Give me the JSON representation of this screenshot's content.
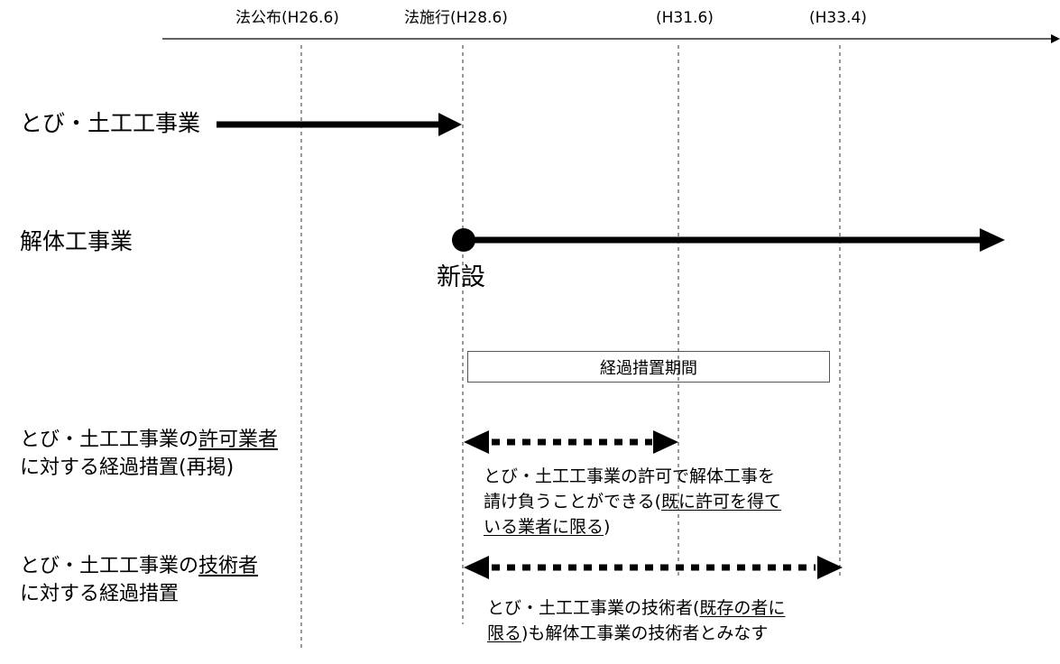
{
  "timeline": {
    "ticks": [
      {
        "label": "法公布(H26.6)"
      },
      {
        "label": "法施行(H28.6)"
      },
      {
        "label": "(H31.6)"
      },
      {
        "label": "(H33.4)"
      }
    ]
  },
  "rows": {
    "tobi_label": "とび・土工工事業",
    "kaitai_label": "解体工事業",
    "shinsetsu_label": "新設",
    "transition_period_label": "経過措置期間",
    "permit_row": {
      "label_part1": "とび・土工工事業の",
      "label_part2_underlined": "許可業者",
      "label_line2": "に対する経過措置(再掲)",
      "note_line1": "とび・土工工事業の許可で解体工事を",
      "note_line2_plain": "請け負うことができる(",
      "note_line2_underlined": "既に許可を得て",
      "note_line3_underlined": "いる業者に限る",
      "note_line3_tail": ")"
    },
    "engineer_row": {
      "label_part1": "とび・土工工事業の",
      "label_part2_underlined": "技術者",
      "label_line2": "に対する経過措置",
      "note_line1_plain": "とび・土工工事業の技術者(",
      "note_line1_underlined": "既存の者に",
      "note_line2_underlined": "限る",
      "note_line2_tail": ")も解体工事業の技術者とみなす"
    }
  }
}
